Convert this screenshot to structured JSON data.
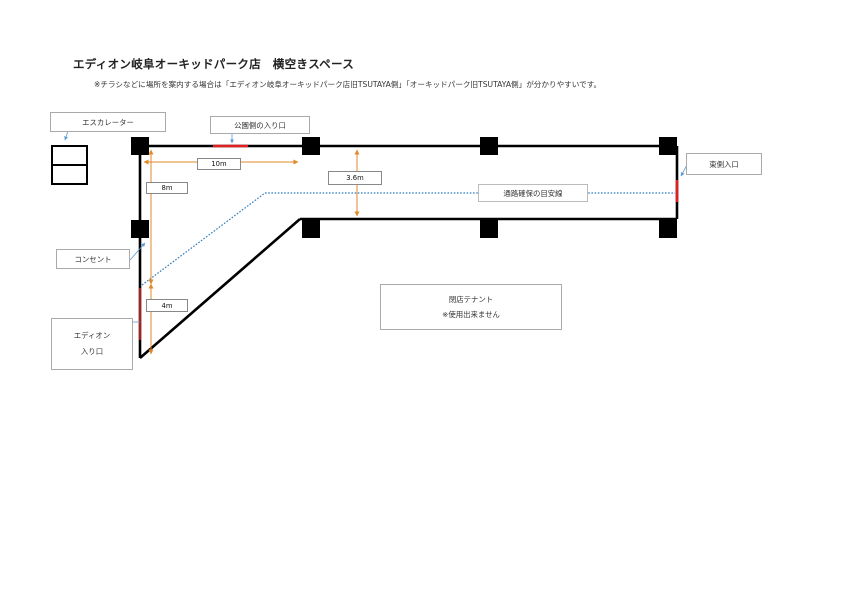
{
  "header": {
    "title": "エディオン岐阜オーキッドパーク店　横空きスペース",
    "note": "※チラシなどに場所を案内する場合は「エディオン岐阜オーキッドパーク店旧TSUTAYA側」「オーキッドパーク旧TSUTAYA側」が分かりやすいです。"
  },
  "labels": {
    "escalator": "エスカレーター",
    "park_entrance": "公園側の入り口",
    "east_entrance": "東側入口",
    "outlet": "コンセント",
    "edion_entrance_line1": "エディオン",
    "edion_entrance_line2": "入り口",
    "aisle": "通路確保の目安線",
    "closed_tenant_line1": "閉店テナント",
    "closed_tenant_line2": "※使用出来ません"
  },
  "dimensions": {
    "width_top": "10m",
    "depth_left": "8m",
    "depth_right": "3.6m",
    "depth_bottom": "4m"
  },
  "colors": {
    "wall": "#000000",
    "entrance": "#e02020",
    "dimension": "#e08a2a",
    "aisle": "#2f7fc1",
    "callout": "#5b9bd5"
  }
}
